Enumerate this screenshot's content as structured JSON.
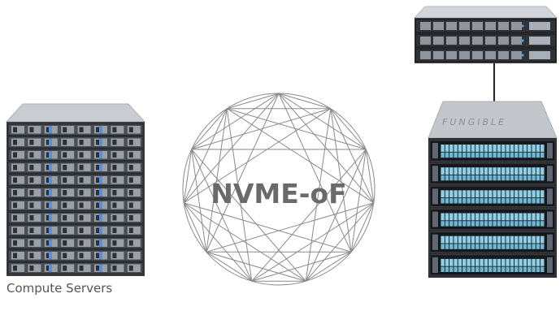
{
  "diagram": {
    "compute": {
      "label": "Compute Servers",
      "unit_count": 12
    },
    "fabric": {
      "label": "NVME-oF",
      "polygon_points": 11
    },
    "storage": {
      "brand": "FUNGIBLE",
      "head_unit_count": 3,
      "shelf_count": 6
    },
    "colors": {
      "chassis": "#3a3e44",
      "chassis_dark": "#1f2226",
      "lid": "#c9ccd0",
      "drive_blue": "#8ecfe6",
      "fabric_line": "#8a8a8a",
      "fabric_text": "#6a6a6a",
      "link": "#222222"
    }
  }
}
